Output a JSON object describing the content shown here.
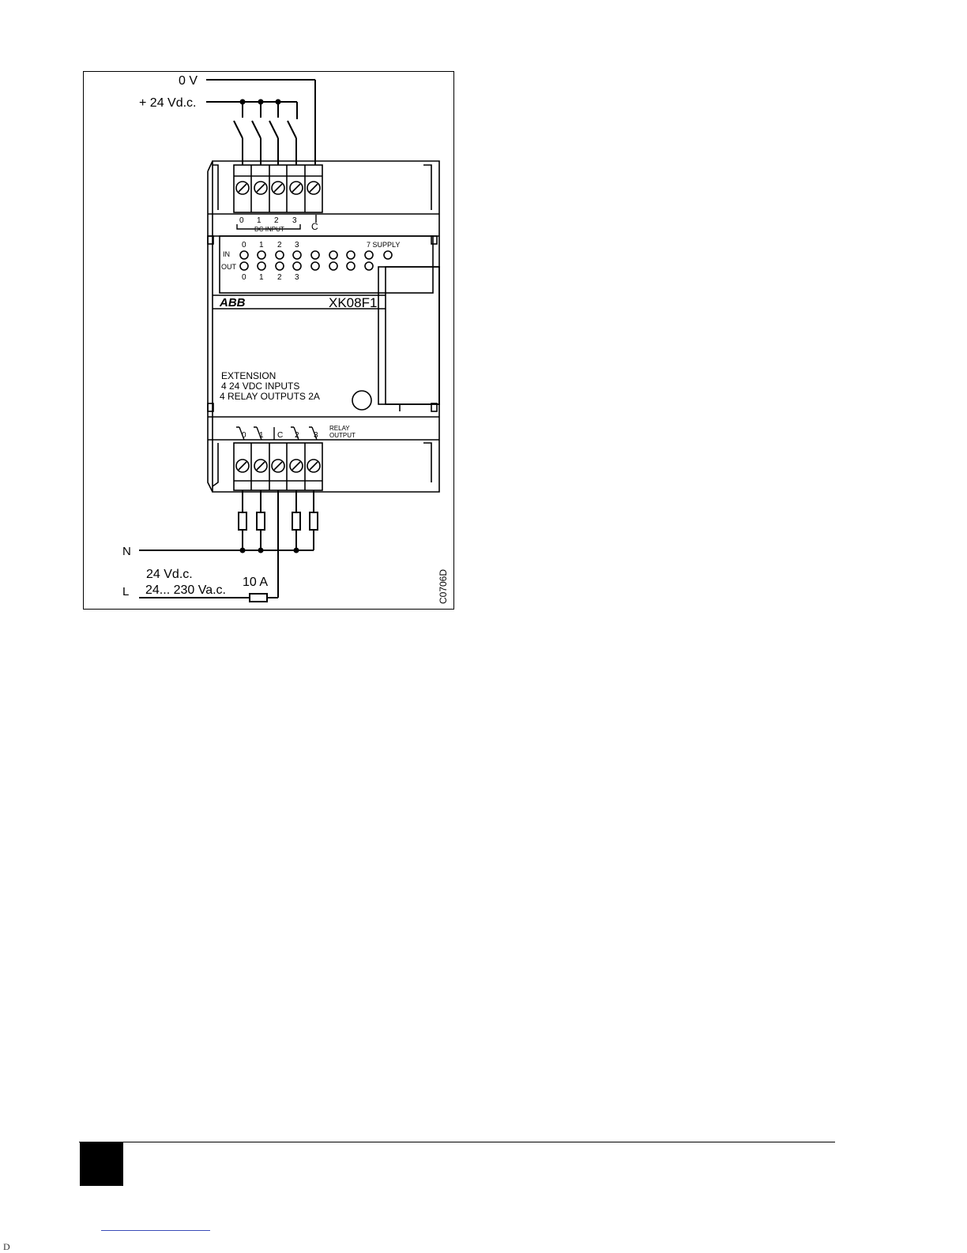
{
  "diagram": {
    "supply_top": {
      "zero_v": "0 V",
      "plus_24": "+ 24 Vd.c."
    },
    "input_terminals": {
      "numbers": [
        "0",
        "1",
        "2",
        "3"
      ],
      "common": "C",
      "group_label": "DC INPUT"
    },
    "leds": {
      "in_label": "IN",
      "out_label": "OUT",
      "in_numbers": [
        "0",
        "1",
        "2",
        "3"
      ],
      "out_numbers": [
        "0",
        "1",
        "2",
        "3"
      ],
      "supply_label": "7 SUPPLY"
    },
    "brand": "ABB",
    "model": "XK08F1",
    "description": [
      "EXTENSION",
      "4 24 VDC INPUTS",
      "4 RELAY OUTPUTS 2A"
    ],
    "output_terminals": {
      "numbers": [
        "0",
        "1",
        "C",
        "2",
        "3"
      ],
      "group_label_1": "RELAY",
      "group_label_2": "OUTPUT"
    },
    "supply_bottom": {
      "neutral": "N",
      "line": "L",
      "dc_option": "24 Vd.c.",
      "ac_option": "24... 230 Va.c.",
      "fuse": "10 A"
    },
    "figure_code": "C0706D"
  },
  "footer": {
    "corner_letter": "D"
  }
}
